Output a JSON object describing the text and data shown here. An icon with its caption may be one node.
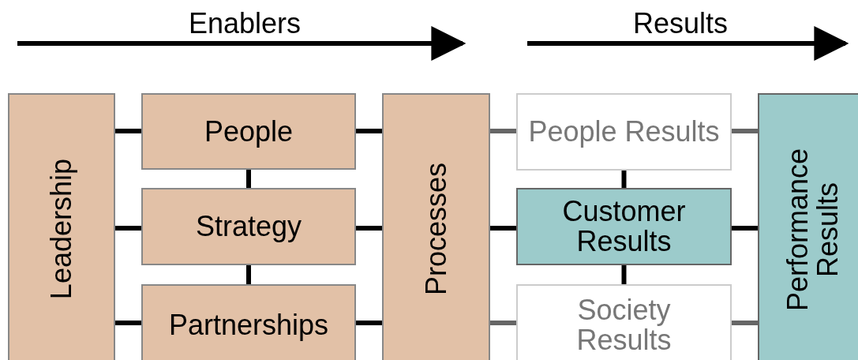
{
  "diagram": {
    "nodes": [
      {
        "text": [
          "Leadership"
        ]
      },
      {
        "text": [
          "People"
        ]
      },
      {
        "text": [
          "Strategy"
        ]
      },
      {
        "text": [
          "Partnerships"
        ]
      },
      {
        "text": [
          "Processes"
        ]
      },
      {
        "text": [
          "People Results"
        ]
      },
      {
        "text": [
          "Customer Results"
        ]
      },
      {
        "text": [
          "Society Results"
        ]
      },
      {
        "text": [
          "Performance Results"
        ]
      }
    ],
    "edges": [
      {
        "from": 0,
        "to": 1,
        "arrow": "none"
      },
      {
        "from": 0,
        "to": 2,
        "arrow": "none"
      },
      {
        "from": 0,
        "to": 3,
        "arrow": "none"
      },
      {
        "from": 1,
        "to": 2,
        "arrow": "none"
      },
      {
        "from": 2,
        "to": 3,
        "arrow": "none"
      },
      {
        "from": 1,
        "to": 4,
        "arrow": "none"
      },
      {
        "from": 2,
        "to": 4,
        "arrow": "none"
      },
      {
        "from": 3,
        "to": 4,
        "arrow": "none"
      },
      {
        "from": 4,
        "to": 5,
        "arrow": "none",
        "color": "#666666"
      },
      {
        "from": 4,
        "to": 6,
        "arrow": "none"
      },
      {
        "from": 4,
        "to": 7,
        "arrow": "none",
        "color": "#666666"
      },
      {
        "from": 5,
        "to": 6,
        "arrow": "none"
      },
      {
        "from": 6,
        "to": 7,
        "arrow": "none"
      },
      {
        "from": 5,
        "to": 8,
        "arrow": "none",
        "color": "#666666"
      },
      {
        "from": 6,
        "to": 8,
        "arrow": "none"
      },
      {
        "from": 7,
        "to": 8,
        "arrow": "none",
        "color": "#666666"
      }
    ],
    "labels": [
      "Enablers",
      "Results"
    ]
  }
}
